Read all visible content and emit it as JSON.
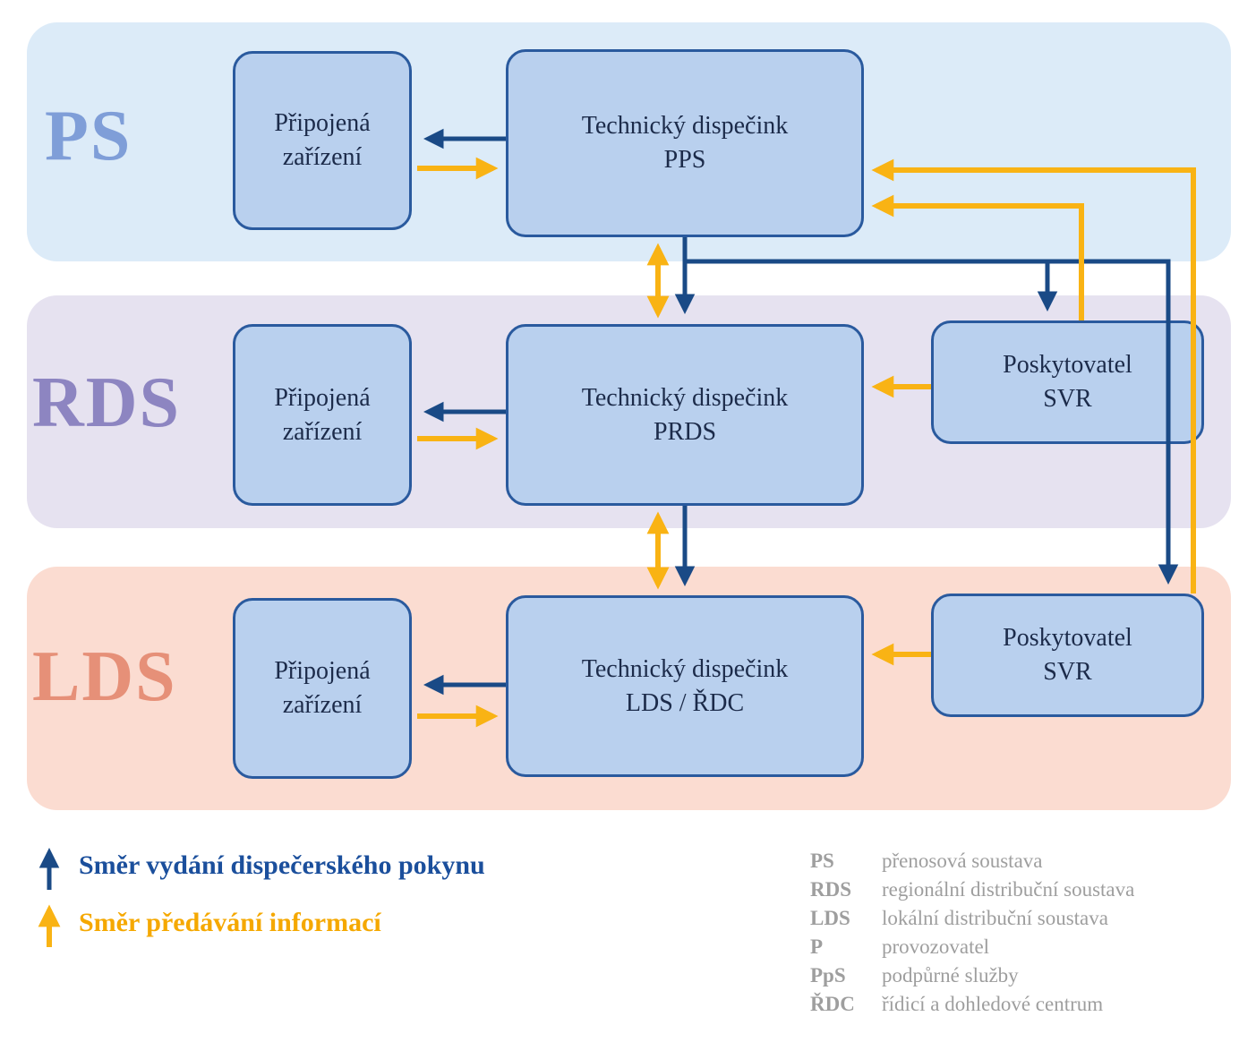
{
  "diagram": {
    "bands": [
      {
        "label": "PS",
        "boxes": {
          "connected": {
            "line1": "Připojená",
            "line2": "zařízení"
          },
          "dispatch": {
            "line1": "Technický dispečink",
            "line2": "PPS"
          }
        }
      },
      {
        "label": "RDS",
        "boxes": {
          "connected": {
            "line1": "Připojená",
            "line2": "zařízení"
          },
          "dispatch": {
            "line1": "Technický dispečink",
            "line2": "PRDS"
          },
          "svr": {
            "line1": "Poskytovatel",
            "line2": "SVR"
          }
        }
      },
      {
        "label": "LDS",
        "boxes": {
          "connected": {
            "line1": "Připojená",
            "line2": "zařízení"
          },
          "dispatch": {
            "line1": "Technický dispečink",
            "line2": "LDS / ŘDC"
          },
          "svr": {
            "line1": "Poskytovatel",
            "line2": "SVR"
          }
        }
      }
    ]
  },
  "legend": {
    "instruction_arrow_label": "Směr vydání dispečerského pokynu",
    "information_arrow_label": "Směr předávání informací"
  },
  "abbreviations": [
    {
      "abbr": "PS",
      "meaning": "přenosová soustava"
    },
    {
      "abbr": "RDS",
      "meaning": "regionální distribuční soustava"
    },
    {
      "abbr": "LDS",
      "meaning": "lokální distribuční soustava"
    },
    {
      "abbr": "P",
      "meaning": "provozovatel"
    },
    {
      "abbr": "PpS",
      "meaning": "podpůrné služby"
    },
    {
      "abbr": "ŘDC",
      "meaning": "řídicí a dohledové centrum"
    }
  ],
  "colors": {
    "instruction_arrow": "#1a4a86",
    "information_arrow": "#f9b314",
    "node_fill": "#b9d0ee",
    "node_border": "#2a5a9e",
    "band_ps": "#dcebf8",
    "band_rds": "#e6e2f0",
    "band_lds": "#fbdcd1"
  }
}
